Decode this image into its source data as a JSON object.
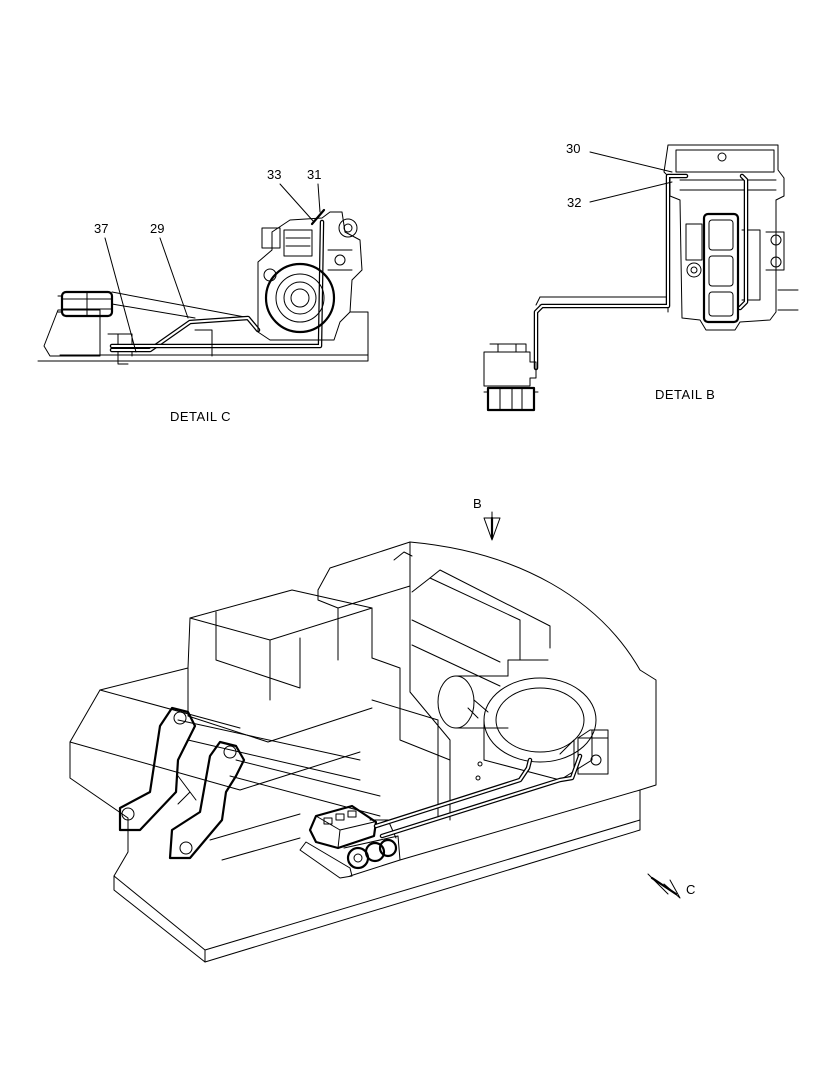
{
  "details": {
    "c": {
      "caption": "DETAIL  C",
      "callouts": [
        "37",
        "29",
        "33",
        "31"
      ]
    },
    "b": {
      "caption": "DETAIL  B",
      "callouts": [
        "30",
        "32"
      ]
    }
  },
  "main_view": {
    "view_arrows": [
      "B",
      "C"
    ]
  }
}
